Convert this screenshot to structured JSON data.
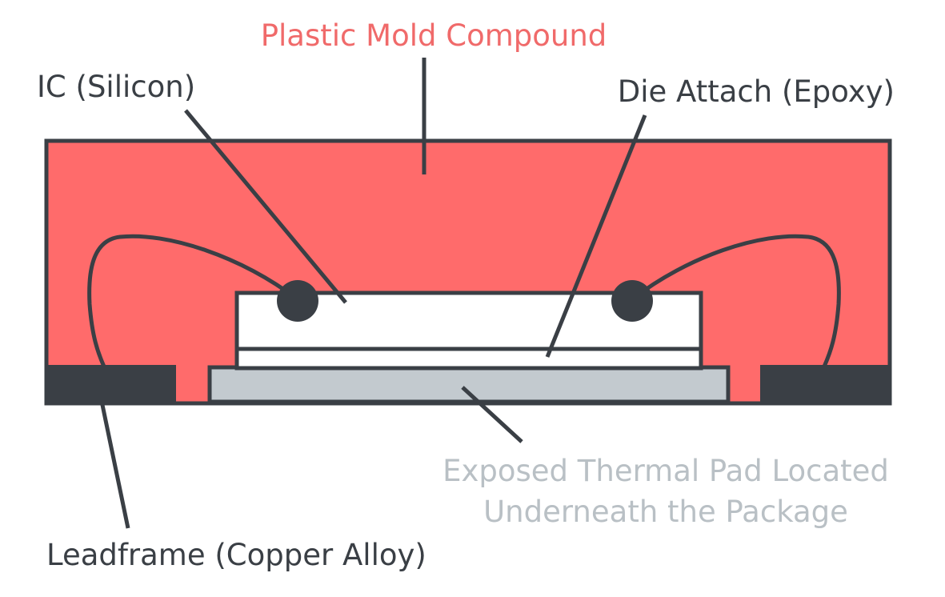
{
  "labels": {
    "mold": "Plastic Mold Compound",
    "ic": "IC (Silicon)",
    "die_attach": "Die Attach (Epoxy)",
    "thermal_pad_line1": "Exposed Thermal Pad Located",
    "thermal_pad_line2": "Underneath the Package",
    "leadframe": "Leadframe (Copper Alloy)"
  },
  "colors": {
    "mold": "#ff6b6b",
    "outline": "#3a3f45",
    "leadframe": "#3a3f45",
    "ic": "#ffffff",
    "thermal_pad": "#c3cacf",
    "mold_label": "#f06a6a",
    "pad_label": "#b9c0c5"
  }
}
